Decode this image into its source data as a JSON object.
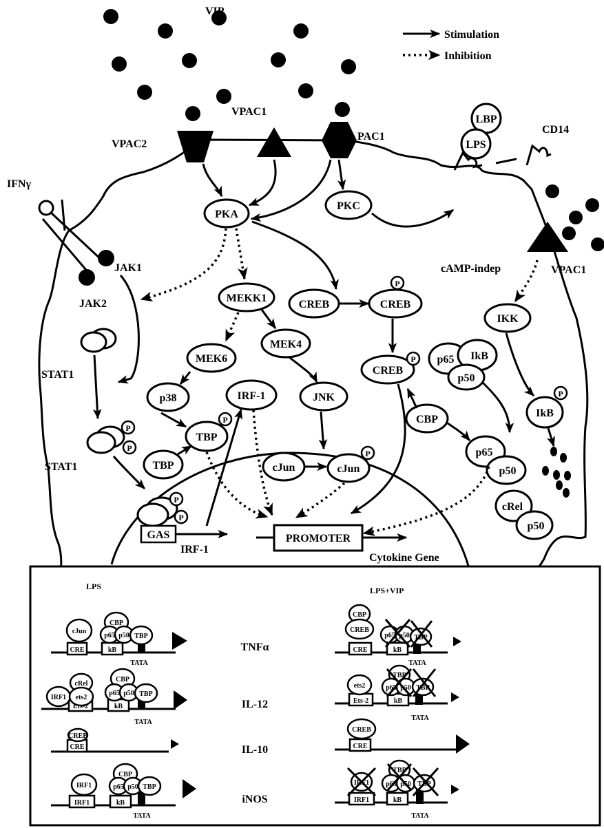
{
  "ligand": "VIP",
  "legend": {
    "stimulation": "Stimulation",
    "inhibition": "Inhibition"
  },
  "receptors": {
    "vpac2": "VPAC2",
    "vpac1": "VPAC1",
    "pac1": "PAC1",
    "vpac1_right": "VPAC1",
    "cd14": "CD14"
  },
  "ifn": {
    "label": "IFNγ",
    "jak1": "JAK1",
    "jak2": "JAK2",
    "stat1_top": "STAT1",
    "stat1_bottom": "STAT1",
    "gas": "GAS",
    "irf1_gene": "IRF-1"
  },
  "nodes": {
    "lbp": "LBP",
    "lps": "LPS",
    "pka": "PKA",
    "pkc": "PKC",
    "mekk1": "MEKK1",
    "creb1": "CREB",
    "creb2": "CREB",
    "creb3": "CREB",
    "mek6": "MEK6",
    "mek4": "MEK4",
    "p38": "p38",
    "irf1": "IRF-1",
    "jnk": "JNK",
    "tbp1": "TBP",
    "tbp2": "TBP",
    "cjun1": "cJun",
    "cjun2": "cJun",
    "cbp": "CBP",
    "ikk": "IKK",
    "p65a": "p65",
    "ikb1": "IkB",
    "p50a": "p50",
    "ikb2": "IkB",
    "p65b": "p65",
    "p50b": "p50",
    "crel": "cRel",
    "p50c": "p50",
    "camp": "cAMP-indep",
    "phos": "P"
  },
  "promoter": "PROMOTER",
  "cytokine_gene": "Cytokine Gene",
  "inset": {
    "lps_header": "LPS",
    "lpsvip_header": "LPS+VIP",
    "genes": [
      "TNFα",
      "IL-12",
      "IL-10",
      "iNOS"
    ],
    "elements": {
      "cre": "CRE",
      "kb": "kB",
      "tata": "TATA",
      "ets2_box": "Ets-2",
      "irf1_box": "IRF1"
    },
    "factors": {
      "cjun": "cJun",
      "cbp": "CBP",
      "p65": "p65",
      "p50": "p50",
      "tbp": "TBP",
      "creb": "CREB",
      "crel": "cRel",
      "ets2": "ets2",
      "irf1": "IRF1"
    }
  }
}
